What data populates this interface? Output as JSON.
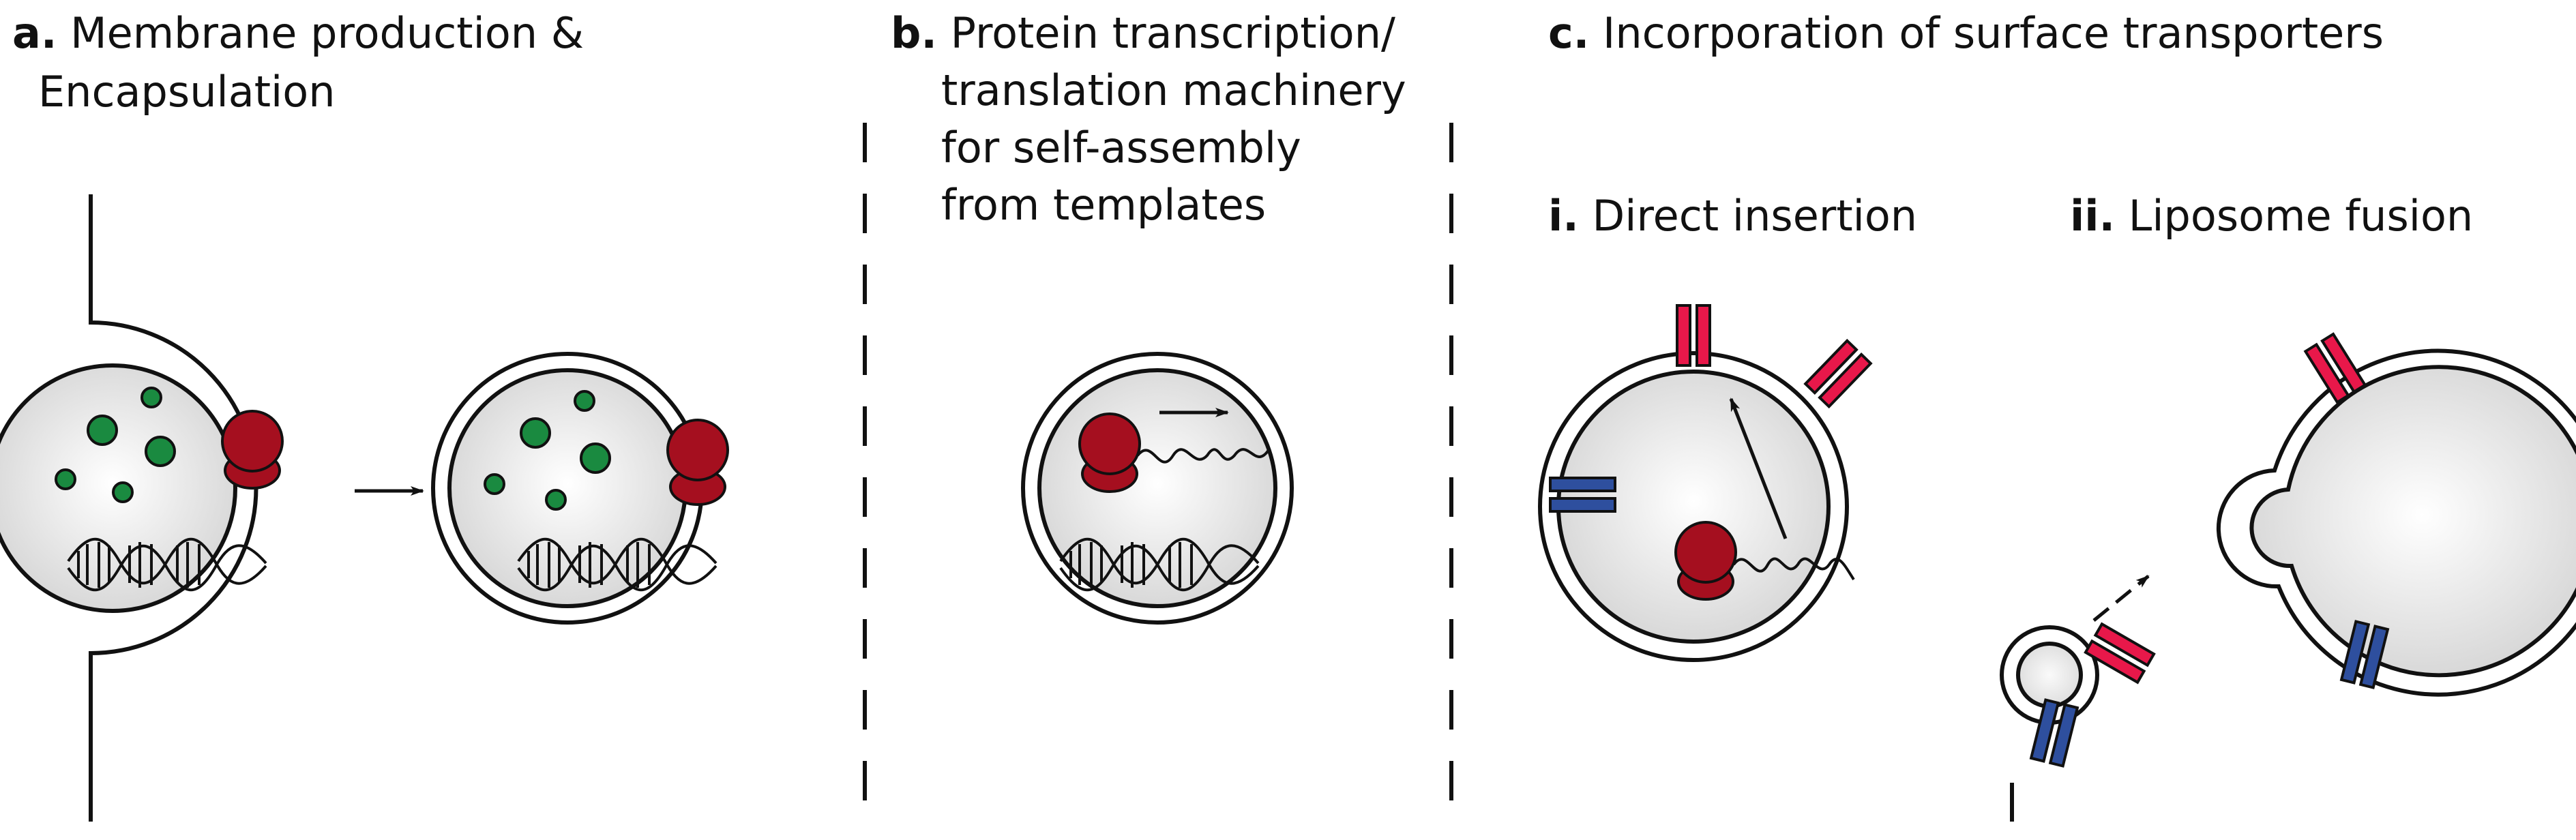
{
  "colors": {
    "ribosome": "#a50f1f",
    "metabolite": "#1a8a40",
    "transporter_red": "#e8184a",
    "transporter_blue": "#2e4f9e",
    "cell_fill_center": "#ffffff",
    "cell_fill_edge": "#d9d9d9",
    "outline": "#111111"
  },
  "panels": {
    "a": {
      "letter": "a.",
      "title_line1": "Membrane production &",
      "title_line2": "Encapsulation"
    },
    "b": {
      "letter": "b.",
      "title_line1": "Protein transcription/",
      "title_line2": "translation machinery",
      "title_line3": "for self-assembly",
      "title_line4": "from templates"
    },
    "c": {
      "letter": "c.",
      "title": "Incorporation of surface transporters",
      "sub_i": {
        "numeral": "i.",
        "label": "Direct insertion"
      },
      "sub_ii": {
        "numeral": "ii.",
        "label": "Liposome fusion"
      }
    }
  },
  "icons": [
    "dna-helix-icon",
    "ribosome-icon",
    "mrna-icon",
    "metabolite-icon",
    "transporter-icon",
    "arrow-icon"
  ]
}
